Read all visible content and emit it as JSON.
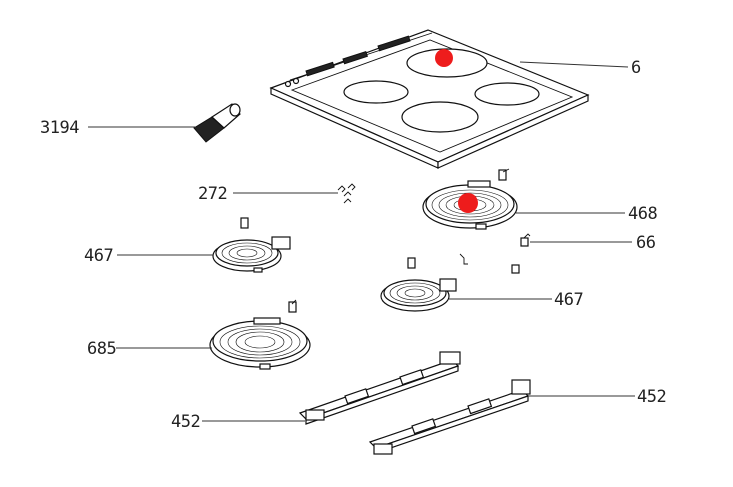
{
  "diagram": {
    "callouts": [
      {
        "id": "6",
        "label": "6"
      },
      {
        "id": "3194",
        "label": "3194"
      },
      {
        "id": "272",
        "label": "272"
      },
      {
        "id": "468",
        "label": "468"
      },
      {
        "id": "66",
        "label": "66"
      },
      {
        "id": "467a",
        "label": "467"
      },
      {
        "id": "467b",
        "label": "467"
      },
      {
        "id": "685",
        "label": "685"
      },
      {
        "id": "452a",
        "label": "452"
      },
      {
        "id": "452b",
        "label": "452"
      }
    ],
    "highlight_color": "#ee1c1c"
  }
}
